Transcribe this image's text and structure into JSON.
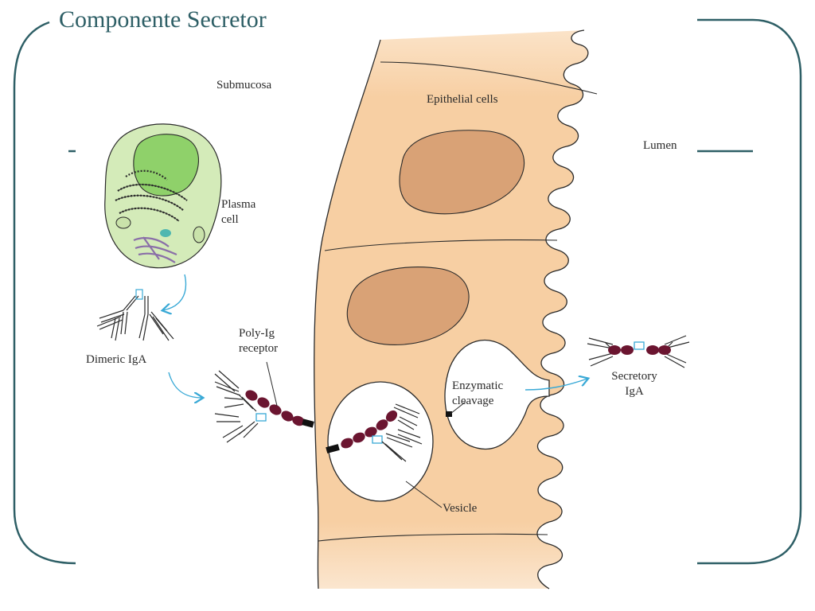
{
  "slide": {
    "title": "Componente Secretor"
  },
  "labels": {
    "submucosa": "Submucosa",
    "epithelial_cells": "Epithelial cells",
    "lumen": "Lumen",
    "plasma_1": "Plasma",
    "plasma_2": "cell",
    "dimeric_iga": "Dimeric IgA",
    "polyig_1": "Poly-Ig",
    "polyig_2": "receptor",
    "enzymatic_1": "Enzymatic",
    "enzymatic_2": "cleavage",
    "secretory_1": "Secretory",
    "secretory_2": "IgA",
    "vesicle": "Vesicle"
  },
  "colors": {
    "frame": "#2e5f66",
    "epithelium": "#f7cfa3",
    "nucleus": "#d9a276",
    "plasma_cell": "#d4ebb9",
    "plasma_nucleus": "#8fd16a",
    "receptor": "#6b1530",
    "arrow": "#39a9d6"
  }
}
